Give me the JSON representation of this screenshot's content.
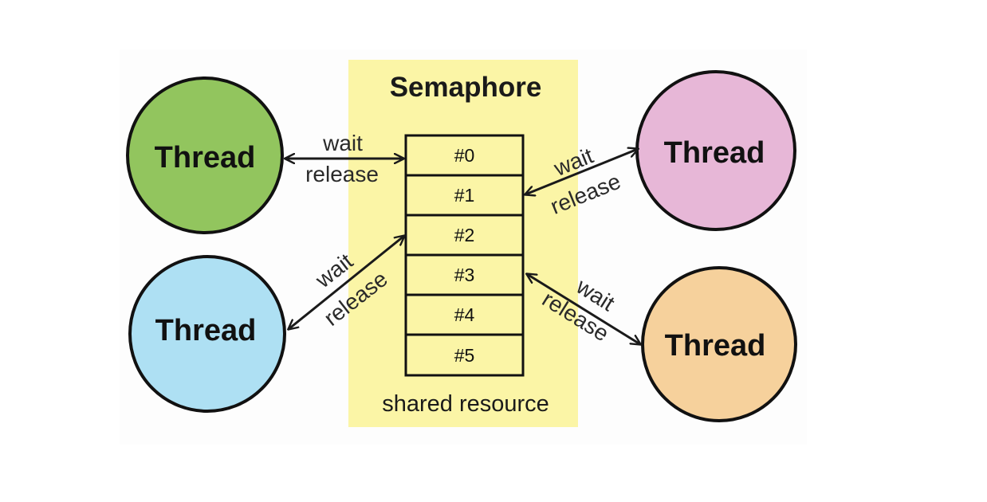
{
  "semaphore": {
    "title": "Semaphore",
    "footer": "shared resource",
    "background_color": "#fbf5a6",
    "slots": [
      "#0",
      "#1",
      "#2",
      "#3",
      "#4",
      "#5"
    ]
  },
  "threads": [
    {
      "label": "Thread",
      "color": "#92c55e"
    },
    {
      "label": "Thread",
      "color": "#aee0f3"
    },
    {
      "label": "Thread",
      "color": "#e7b7d7"
    },
    {
      "label": "Thread",
      "color": "#f6d19c"
    }
  ],
  "arrows": [
    {
      "top": "wait",
      "bottom": "release"
    },
    {
      "top": "wait",
      "bottom": "release"
    },
    {
      "top": "wait",
      "bottom": "release"
    },
    {
      "top": "wait",
      "bottom": "release"
    }
  ]
}
